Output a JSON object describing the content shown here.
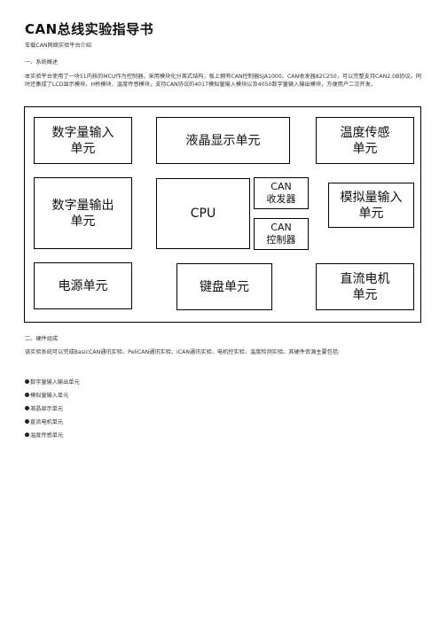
{
  "title": "CAN总线实验指导书",
  "subtitle": "车载CAN网络实验平台介绍",
  "section1": {
    "heading": "一、系统概述",
    "body": "本实验平台使用了一块51内核的MCU作为控制器，采用模块化分离式结构，板上拥有CAN控制器SJA1000、CAN收发器82C250，可以完整支持CAN2.0B协议。同时还集成了LCD显示模块、H桥模块、温度传感模块，支持CAN协议的4017模拟量输入模块以及4050数字量输入输出模块，方便用户二次开发。"
  },
  "diagram": {
    "boxes": {
      "digital_in": "数字量输入\n单元",
      "lcd": "液晶显示单元",
      "temp": "温度传感\n单元",
      "digital_out": "数字量输出\n单元",
      "cpu": "CPU",
      "can_transceiver": "CAN\n收发器",
      "can_controller": "CAN\n控制器",
      "analog_in": "模拟量输入\n单元",
      "power": "电源单元",
      "keyboard": "键盘单元",
      "dc_motor": "直流电机\n单元"
    }
  },
  "section2": {
    "heading": "二、硬件组成",
    "body": "该实验系统可以完成BasicCAN通讯实验、PeliCAN通讯实验、iCAN通讯实验、电机控实验、温度检测实验。其硬件资源主要包括:",
    "items": [
      "数字量输入输出单元",
      "模拟量输入单元",
      "液晶显示单元",
      "直流电机单元",
      "温度传感单元"
    ]
  }
}
